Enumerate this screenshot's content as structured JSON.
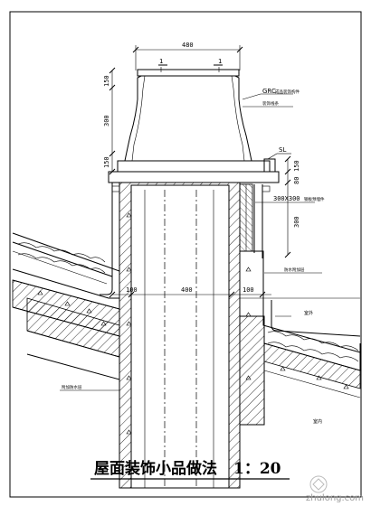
{
  "drawing": {
    "dims": {
      "top_width": "480",
      "h_150": "150",
      "h_300_upper": "300",
      "h_150_base": "150",
      "h_80": "80",
      "h_300_lower": "300",
      "w_100_left": "100",
      "w_400": "400",
      "w_100_right": "100"
    },
    "section_marks": [
      "1",
      "1"
    ],
    "labels": {
      "grc": "GRC",
      "grc_note": "成品装饰构件",
      "grc_note2": "装饰线条",
      "sl": "SL",
      "plate": "300X300",
      "plate_note": "钢板预埋件",
      "flashing_note": "防水附加层",
      "outdoor": "室外",
      "left_note": "附加防水层",
      "indoor": "室内"
    },
    "caption": "屋面装饰小品做法",
    "scale": "1：20",
    "watermark": "zhulong.com"
  }
}
